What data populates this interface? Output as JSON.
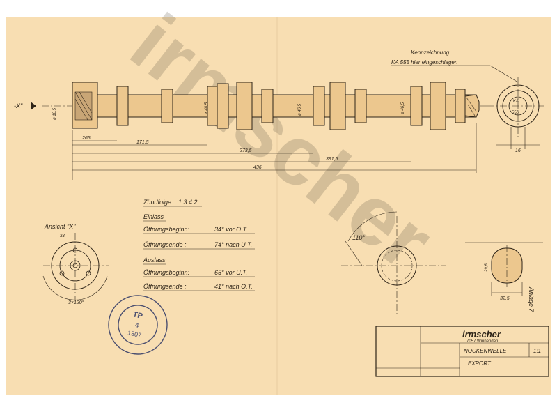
{
  "watermark": {
    "text": "irmscher"
  },
  "view_label": "-X\"",
  "marking_note": {
    "line1": "Kennzeichnung",
    "line2": "KA 555 hier eingeschlagen"
  },
  "end_view_marking": {
    "top": "KA",
    "bottom": "555"
  },
  "dimensions": {
    "d_265": "265",
    "d_1715": "171,5",
    "d_2735": "273,5",
    "d_3915": "391,5",
    "d_436": "436",
    "d_16": "16",
    "dia_1": "ø 18,5",
    "dia_2": "ø 48,5",
    "dia_3": "ø 46,5",
    "dia_4": "ø 46,5",
    "angle_110": "110°",
    "d_325": "32,5",
    "d_29": "29,6",
    "d_3x120": "3×120°",
    "d_33": "33"
  },
  "timing": {
    "firing_order_label": "Zündfolge :",
    "firing_order_value": "1 3 4 2",
    "intake_label": "Einlass",
    "outlet_label": "Auslass",
    "rows": [
      {
        "label": "Öffnungsbeginn:",
        "value": "34° vor O.T."
      },
      {
        "label": "Öffnungsende :",
        "value": "74° nach U.T."
      },
      {
        "label": "Öffnungsbeginn:",
        "value": "65° vor U.T."
      },
      {
        "label": "Öffnungsende :",
        "value": "41° nach O.T."
      }
    ]
  },
  "ansicht": {
    "label": "Ansicht \"X\""
  },
  "stamp": {
    "line1": "TP",
    "line2": "4",
    "line3": "1307"
  },
  "anlage": "Anlage 7",
  "title_block": {
    "company": "irmscher",
    "address": "7057 Winnenden",
    "part_name": "NOCKENWELLE",
    "variant": "EXPORT",
    "scale": "1:1"
  }
}
